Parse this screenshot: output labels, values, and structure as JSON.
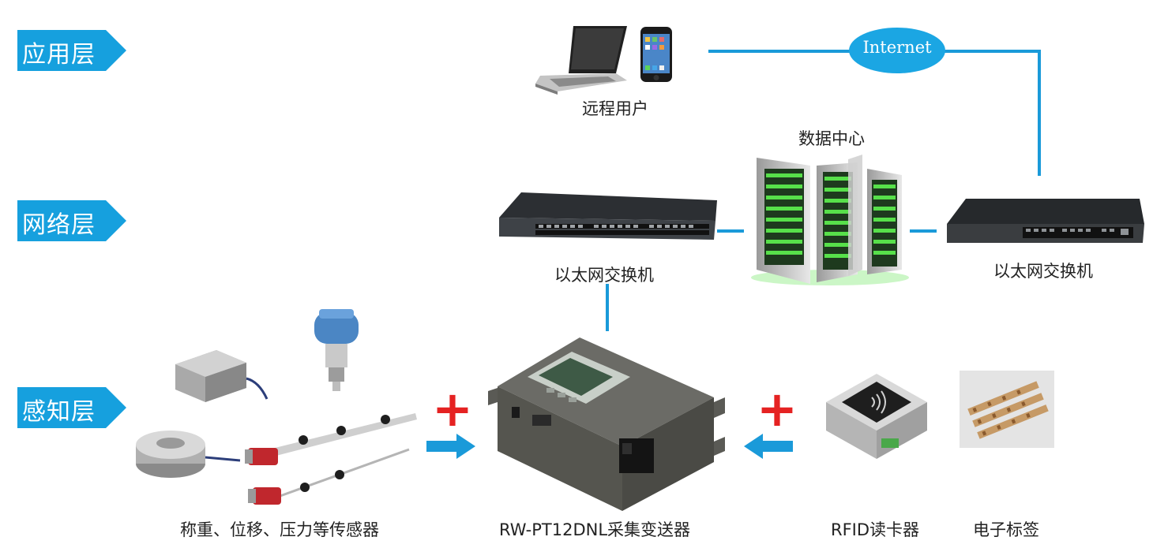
{
  "layers": {
    "application": "应用层",
    "network": "网络层",
    "perception": "感知层"
  },
  "nodes": {
    "remote_user": "远程用户",
    "internet": "Internet",
    "data_center": "数据中心",
    "switch_left": "以太网交换机",
    "switch_right": "以太网交换机",
    "sensors": "称重、位移、压力等传感器",
    "transmitter": "RW-PT12DNL采集变送器",
    "rfid_reader": "RFID读卡器",
    "electronic_tag": "电子标签"
  },
  "plus_sign": "+",
  "colors": {
    "accent_blue": "#1a9ad9",
    "plus_red": "#e52222"
  }
}
